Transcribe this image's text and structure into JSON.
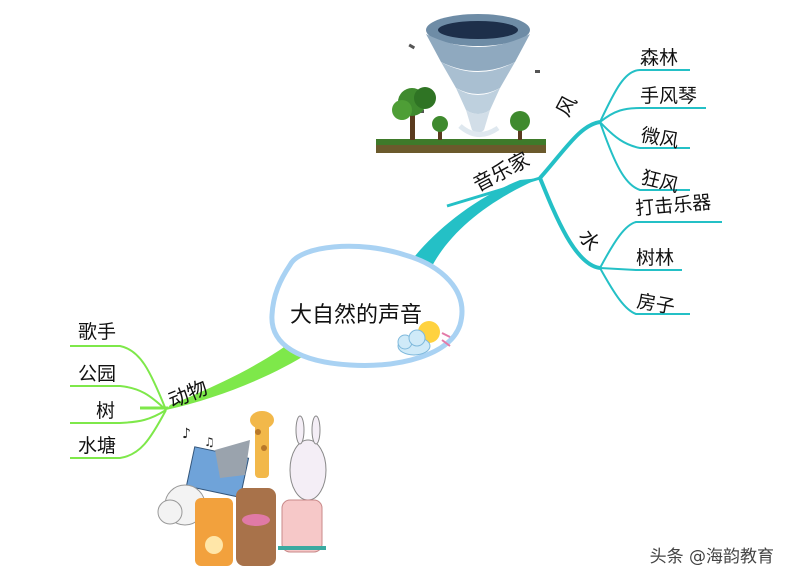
{
  "center": {
    "title": "大自然的声音"
  },
  "branches": {
    "musician": {
      "label": "音乐家",
      "wind": {
        "label": "风",
        "items": [
          "森林",
          "手风琴",
          "微风",
          "狂风"
        ]
      },
      "water": {
        "label": "水",
        "items": [
          "打击乐器",
          "树林",
          "房子"
        ]
      }
    },
    "animals": {
      "label": "动物",
      "items": [
        "歌手",
        "公园",
        "树",
        "水塘"
      ]
    }
  },
  "watermark": "头条 @海韵教育",
  "icons": [
    "tornado-illustration",
    "cloud-sun-icon",
    "animal-band-illustration",
    "music-note-icon"
  ],
  "colors": {
    "teal": "#24c0c6",
    "green": "#7ee84a",
    "center_border": "#a9d2f3"
  }
}
